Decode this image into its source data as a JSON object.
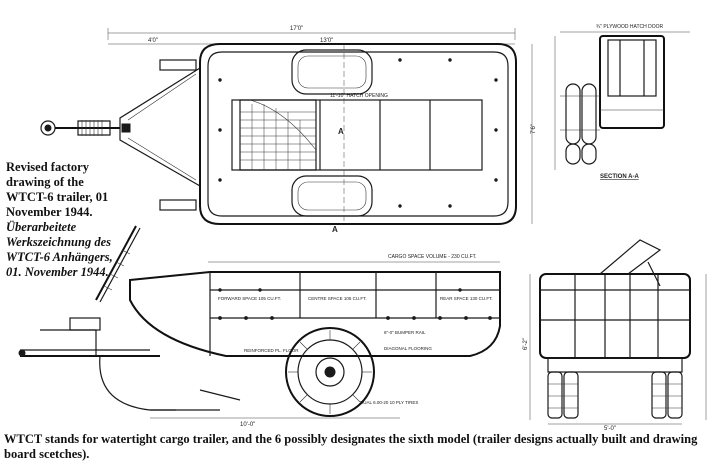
{
  "caption": {
    "english": "Revised factory drawing of the WTCT-6 trailer, 01 November 1944.",
    "german": "Überarbeitete Werkszeichnung des WTCT-6 Anhängers, 01. November 1944."
  },
  "footer": {
    "text": "WTCT stands for watertight cargo trailer, and the 6 possibly designates the sixth model (trailer designs actually built and drawing board scetches)."
  },
  "drawing_labels": {
    "overall_length": "17'0\"",
    "body_length": "13'0\"",
    "front_dim": "4'0\"",
    "hatch_opening": "11'-10\" HATCH OPENING",
    "width_dim": "7'6\"",
    "section_mark": "A",
    "section_title": "SECTION A-A",
    "plywood_door": "¾\" PLYWOOD HATCH DOOR",
    "cargo_volume": "CARGO SPACE VOLUME - 230 CU.FT.",
    "forward_space": "FORWARD SPACE 105 CU.FT.",
    "centre_space": "CENTRE SPACE 105 CU.FT.",
    "rear_space": "REAR SPACE 130 CU.FT.",
    "reinforced_floor": "REINFORCED PL. FLOOR",
    "bumper_rail": "6\"-0\" BUMPER RAIL",
    "flooring_note": "DIAGONAL FLOORING",
    "wheel_spec": "DUAL 6.00-20 10 PLY TIRES",
    "ground_clearance": "10'-0\"",
    "side_width": "5'-0\"",
    "height_dim": "6'-2\""
  }
}
